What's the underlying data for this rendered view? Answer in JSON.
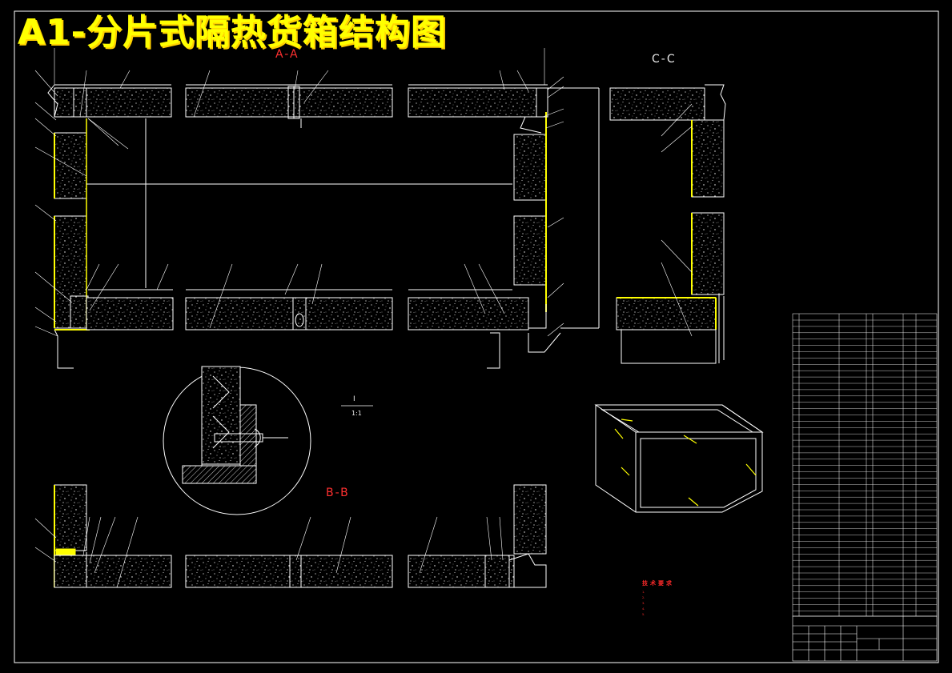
{
  "title": "A1-分片式隔热货箱结构图",
  "section_labels": {
    "aa": "A-A",
    "bb": "B-B",
    "cc": "C-C"
  },
  "detail": {
    "label": "I",
    "scale": "1:1"
  },
  "colors": {
    "background": "#000000",
    "line": "#ffffff",
    "insulation": "#ffff00",
    "title": "#ffff00",
    "section_label": "#ff3030"
  },
  "tech_notes": {
    "title": "技术要求",
    "lines": [
      "1.",
      "2.",
      "3.",
      "4.",
      "5."
    ]
  }
}
